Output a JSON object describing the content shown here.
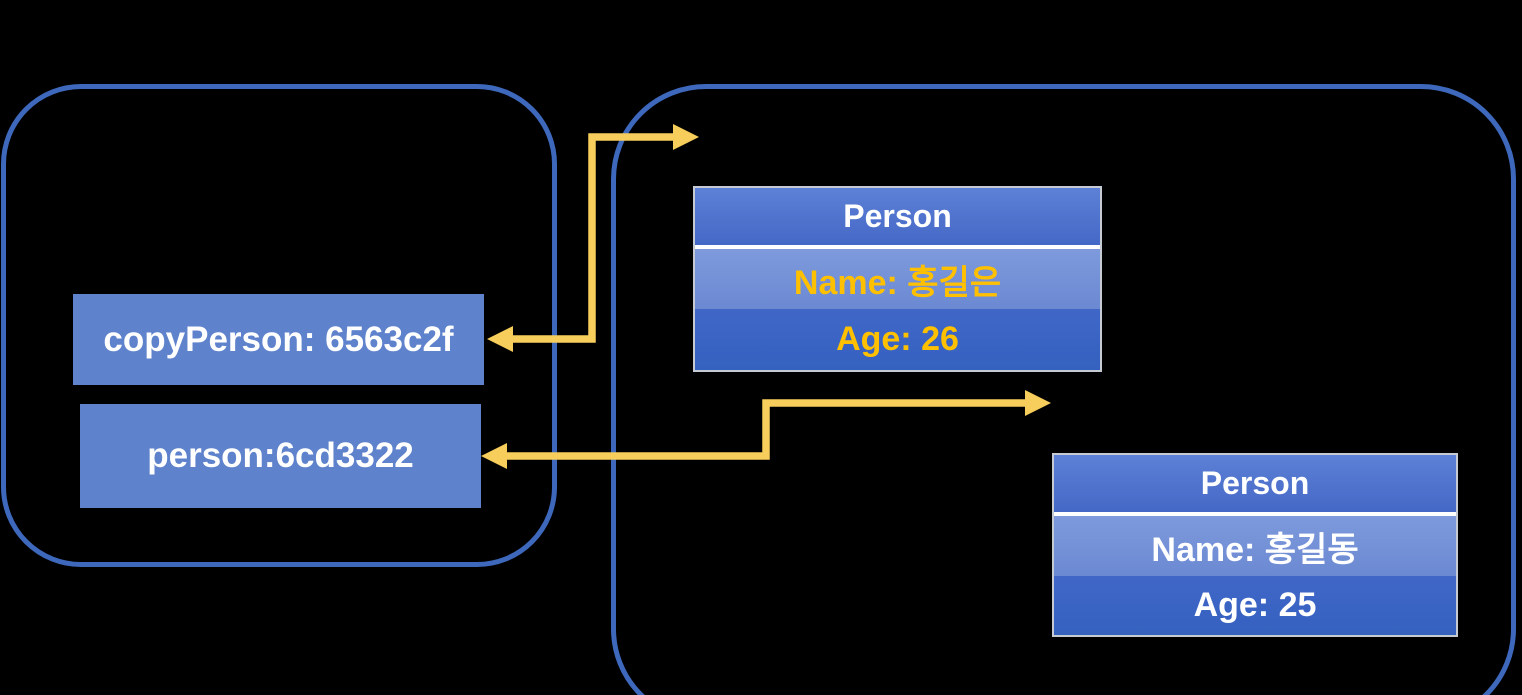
{
  "colors": {
    "background": "#000000",
    "container_border": "#3E68BC",
    "var_box_fill": "#5E82CB",
    "header_grad_top": "#5D81D6",
    "header_grad_bottom": "#4468C6",
    "name_grad_top": "#7E9ADD",
    "name_grad_bottom": "#6B89D2",
    "age_grad_top": "#4067C8",
    "age_grad_bottom": "#3561BF",
    "object_border": "#C6CAD2",
    "separator": "#FFFFFF",
    "arrow": "#F7CD5B",
    "text_white": "#FFFFFF",
    "text_gold": "#FFC000"
  },
  "left_container": {
    "variables": [
      {
        "label": "copyPerson: 6563c2f"
      },
      {
        "label": "person:6cd3322"
      }
    ]
  },
  "right_container": {
    "objects": [
      {
        "title": "Person",
        "fields": [
          "Name: 홍길은",
          "Age: 26"
        ],
        "value_color": "#FFC000"
      },
      {
        "title": "Person",
        "fields": [
          "Name: 홍길동",
          "Age: 25"
        ],
        "value_color": "#FFFFFF"
      }
    ]
  },
  "connectors": [
    {
      "from": "copyPerson: 6563c2f",
      "to": "Person (Name: 홍길은)",
      "style": "double-headed elbow",
      "color": "#F7CD5B"
    },
    {
      "from": "person:6cd3322",
      "to": "Person (Name: 홍길동)",
      "style": "double-headed elbow",
      "color": "#F7CD5B"
    }
  ]
}
